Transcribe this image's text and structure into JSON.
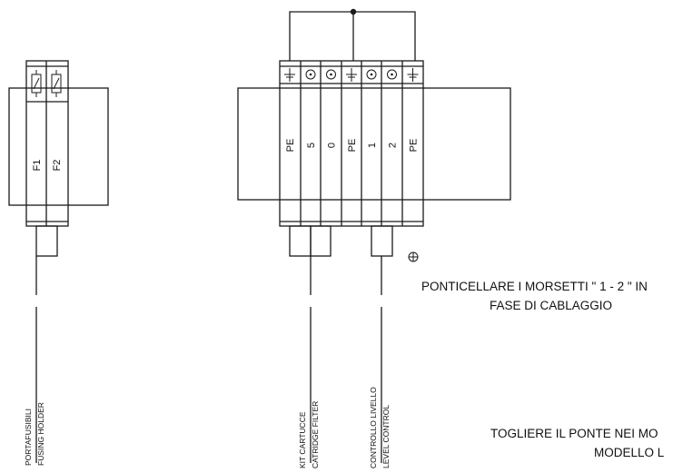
{
  "fuse_holder": {
    "terminals": [
      "F1",
      "F2"
    ],
    "label_it": "PORTAFUSIBILI",
    "label_en": "FUSING HOLDER"
  },
  "terminal_block": {
    "terminals": [
      "PE",
      "5",
      "0",
      "PE",
      "1",
      "2",
      "PE"
    ],
    "symbols": [
      "ground-icon",
      "screw-icon",
      "screw-icon",
      "ground-icon",
      "screw-icon",
      "screw-icon",
      "ground-icon"
    ]
  },
  "labels": {
    "kit_it": "KIT CARTUCCE",
    "kit_en": "CATRIDGE FILTER",
    "level_it": "CONTROLLO LIVELLO",
    "level_en": "LEVEL CONTROL"
  },
  "notes": {
    "bridge_line1": "PONTICELLARE I MORSETTI \" 1 - 2 \" IN",
    "bridge_line2": "FASE DI CABLAGGIO",
    "remove_line1": "TOGLIERE IL PONTE NEI MO",
    "remove_line2": "MODELLO L"
  }
}
